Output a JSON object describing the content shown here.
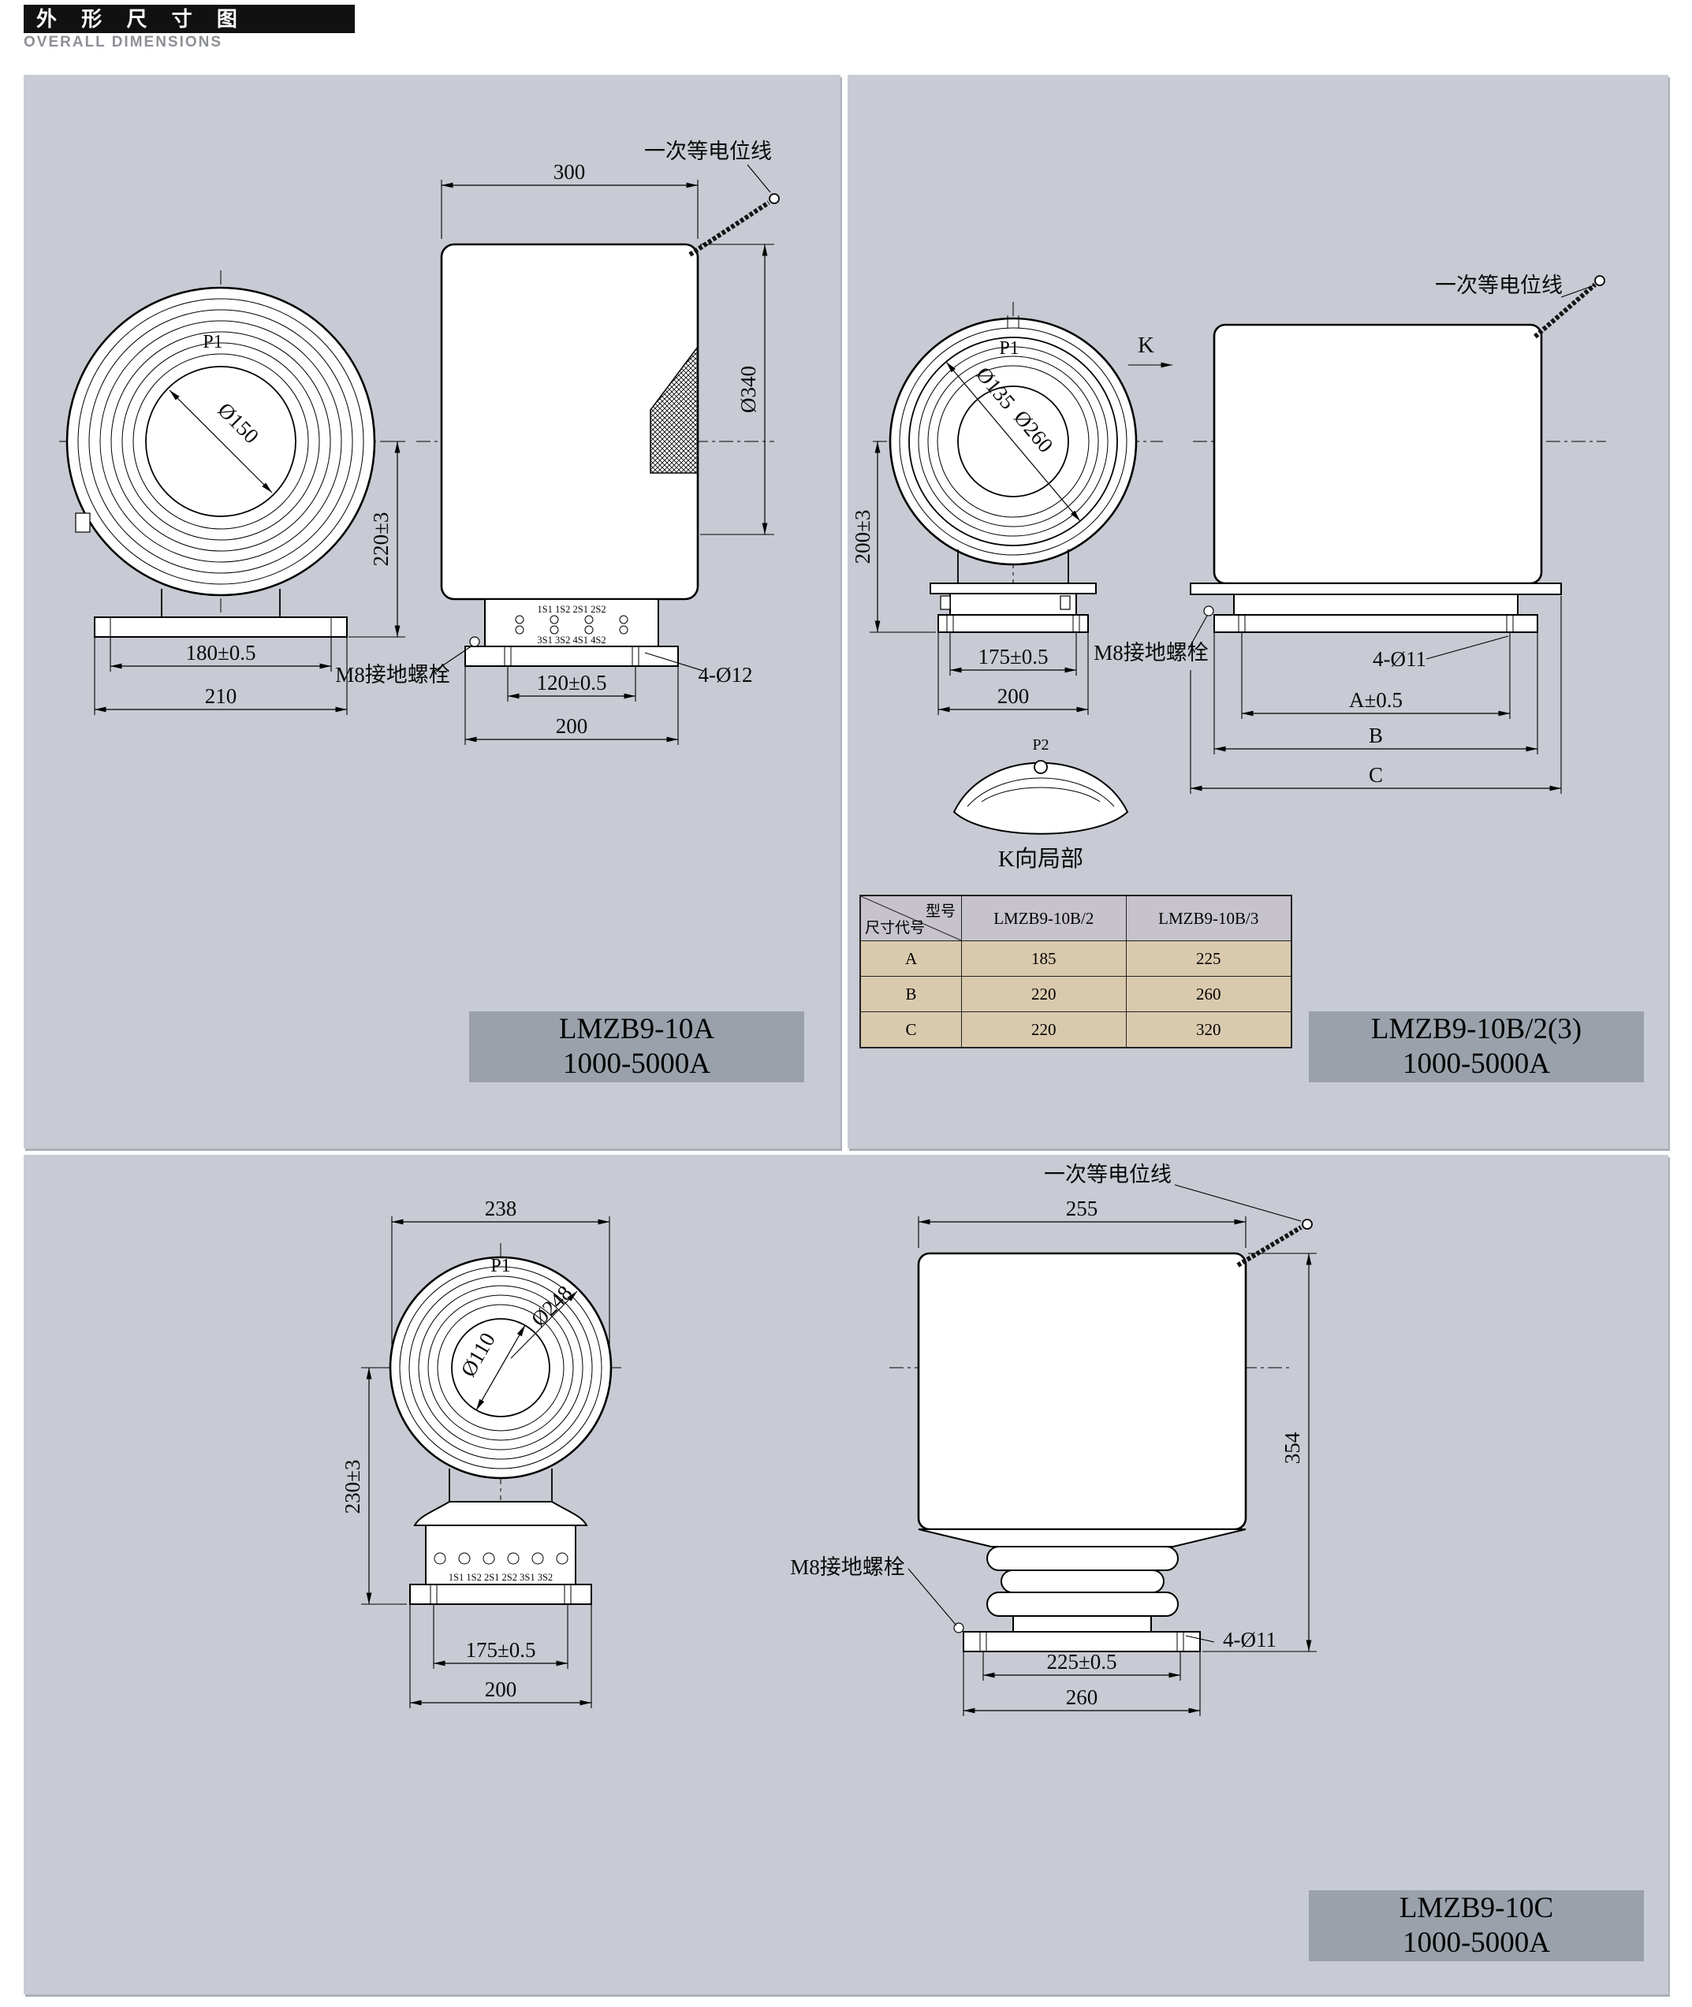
{
  "colors": {
    "panel-bg": "#c8cbd3",
    "titlebox-bg": "#9aa1ab",
    "table-header-bg": "#c7c3cc",
    "table-cell-bg": "#dacaad",
    "header-bar-bg": "#111111",
    "header-en-color": "#8d9095"
  },
  "header": {
    "title_cn": "外 形 尺 寸 图",
    "title_en": "OVERALL DIMENSIONS"
  },
  "panel_a": {
    "title_line1": "LMZB9-10A",
    "title_line2": "1000-5000A",
    "front": {
      "p1": "P1",
      "hole_dia": "Ø150",
      "height": "220±3",
      "base_width": "180±0.5",
      "flange_width": "210"
    },
    "side": {
      "width": "300",
      "body_dia": "Ø340",
      "equipotential": "一次等电位线",
      "ground_bolt": "M8接地螺栓",
      "holes": "4-Ø12",
      "hole_span": "120±0.5",
      "base_width": "200",
      "terminals_top": "1S1 1S2 2S1 2S2",
      "terminals_bottom": "3S1 3S2 4S1 4S2"
    }
  },
  "panel_b": {
    "title_line1": "LMZB9-10B/2(3)",
    "title_line2": "1000-5000A",
    "front": {
      "p1": "P1",
      "k": "K",
      "hole_dia": "Ø135",
      "mid_dia": "Ø260",
      "height": "200±3",
      "hole_span": "175±0.5",
      "base_width": "200"
    },
    "side": {
      "equipotential": "一次等电位线",
      "ground_bolt": "M8接地螺栓",
      "holes": "4-Ø11",
      "dim_a": "A±0.5",
      "dim_b": "B",
      "dim_c": "C"
    },
    "k_view": {
      "p2": "P2",
      "caption": "K向局部"
    },
    "table": {
      "corner_model": "型号",
      "corner_size": "尺寸代号",
      "col1": "LMZB9-10B/2",
      "col2": "LMZB9-10B/3",
      "rows": [
        {
          "label": "A",
          "v1": "185",
          "v2": "225"
        },
        {
          "label": "B",
          "v1": "220",
          "v2": "260"
        },
        {
          "label": "C",
          "v1": "220",
          "v2": "320"
        }
      ]
    }
  },
  "panel_c": {
    "title_line1": "LMZB9-10C",
    "title_line2": "1000-5000A",
    "front": {
      "p1": "P1",
      "top_width": "238",
      "outer_dia": "Ø248",
      "hole_dia": "Ø110",
      "height": "230±3",
      "hole_span": "175±0.5",
      "base_width": "200",
      "terminals": "1S1 1S2 2S1 2S2 3S1 3S2"
    },
    "side": {
      "top_width": "255",
      "equipotential": "一次等电位线",
      "height": "354",
      "ground_bolt": "M8接地螺栓",
      "holes": "4-Ø11",
      "hole_span": "225±0.5",
      "base_width": "260"
    }
  }
}
